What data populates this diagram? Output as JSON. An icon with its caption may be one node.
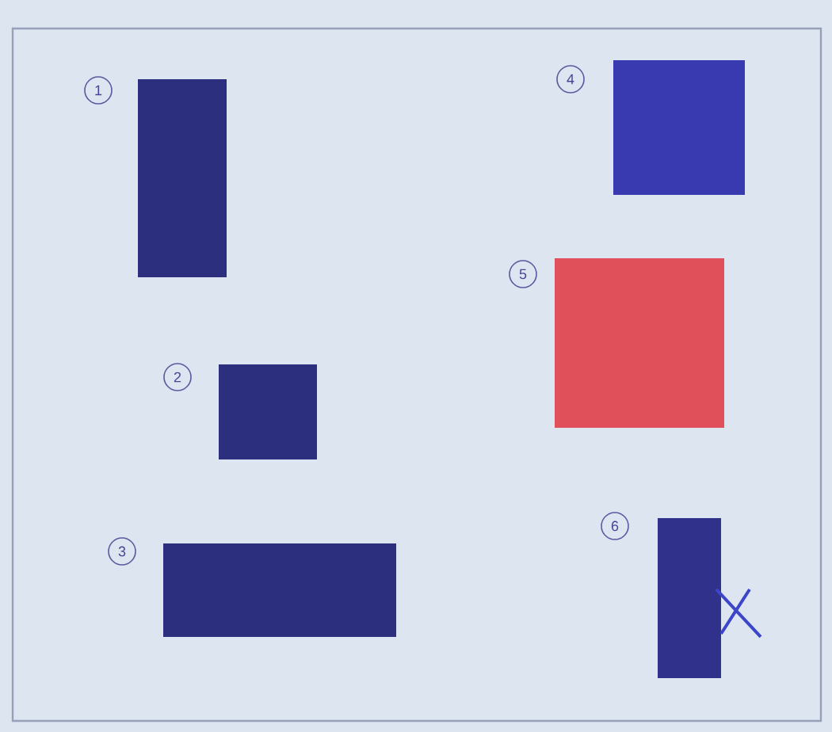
{
  "diagram": {
    "nodes": [
      {
        "text": [],
        "shape": "box",
        "beside": [
          "1"
        ]
      },
      {
        "text": [],
        "shape": "box",
        "beside": [
          "2"
        ]
      },
      {
        "text": [],
        "shape": "box",
        "beside": [
          "3"
        ]
      },
      {
        "text": [],
        "shape": "box",
        "beside": [
          "4"
        ]
      },
      {
        "text": [],
        "shape": "box",
        "beside": [
          "5"
        ]
      },
      {
        "text": [],
        "shape": "box",
        "beside": [
          "6"
        ]
      }
    ]
  }
}
